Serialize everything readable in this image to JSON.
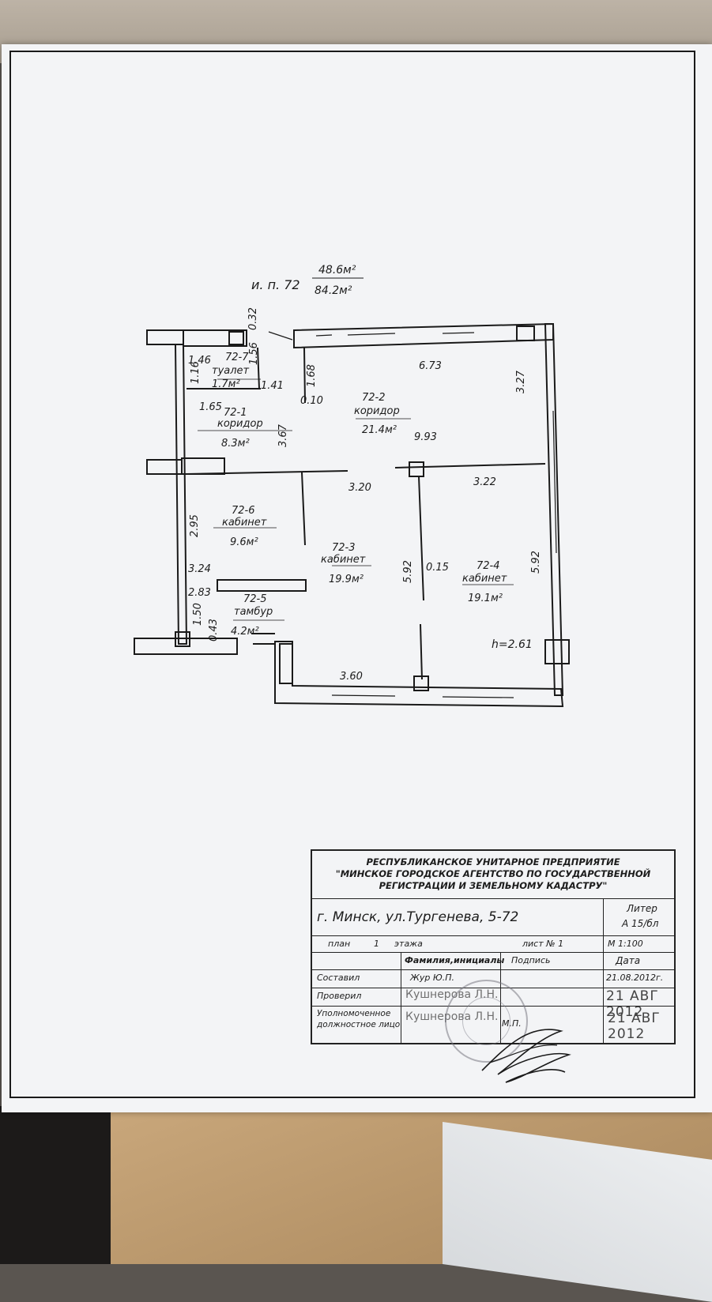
{
  "plan": {
    "unit_label": "и. п. 72",
    "area_living": "48.6м²",
    "area_total": "84.2м²",
    "height": "h=2.61",
    "rooms": [
      {
        "code": "72-1",
        "name": "коридор",
        "area": "8.3м²"
      },
      {
        "code": "72-2",
        "name": "коридор",
        "area": "21.4м²"
      },
      {
        "code": "72-3",
        "name": "кабинет",
        "area": "19.9м²"
      },
      {
        "code": "72-4",
        "name": "кабинет",
        "area": "19.1м²"
      },
      {
        "code": "72-5",
        "name": "тамбур",
        "area": "4.2м²"
      },
      {
        "code": "72-6",
        "name": "кабинет",
        "area": "9.6м²"
      },
      {
        "code": "72-7",
        "name": "туалет",
        "area": "1.7м²"
      }
    ],
    "dimensions": [
      "0.32",
      "1.56",
      "1.46",
      "1.16",
      "1.41",
      "1.68",
      "0.10",
      "6.73",
      "3.27",
      "1.65",
      "3.67",
      "9.93",
      "3.20",
      "3.22",
      "2.95",
      "3.24",
      "5.92",
      "0.15",
      "5.92",
      "2.83",
      "1.50",
      "0.43",
      "3.60"
    ]
  },
  "title_block": {
    "org_line1": "РЕСПУБЛИКАНСКОЕ УНИТАРНОЕ ПРЕДПРИЯТИЕ",
    "org_line2": "\"МИНСКОЕ ГОРОДСКОЕ АГЕНТСТВО ПО ГОСУДАРСТВЕННОЙ",
    "org_line3": "РЕГИСТРАЦИИ И ЗЕМЕЛЬНОМУ КАДАСТРУ\"",
    "address": "г. Минск, ул.Тургенева, 5-72",
    "liter_label": "Литер",
    "liter_value": "А 15/бл",
    "plan_label": "план",
    "floor_num": "1",
    "floor_label": "этажа",
    "sheet_label": "лист  №  1",
    "scale": "М  1:100",
    "col_name": "Фамилия,инициалы",
    "col_sign": "Подпись",
    "col_date": "Дата",
    "row1_label": "Составил",
    "row1_name": "Жур Ю.П.",
    "row1_date": "21.08.2012г.",
    "row2_label": "Проверил",
    "row2_name": "Кушнерова Л.Н.",
    "row2_date": "21 АВГ 2012",
    "row3_label1": "Уполномоченное",
    "row3_label2": "должностное лицо",
    "row3_name": "Кушнерова Л.Н.",
    "row3_mp": "М.П.",
    "row3_date": "21 АВГ 2012"
  }
}
